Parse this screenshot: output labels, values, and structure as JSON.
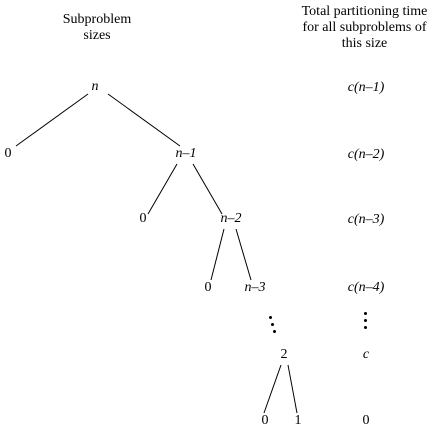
{
  "headers": {
    "left": [
      "Subproblem",
      "sizes"
    ],
    "right": [
      "Total partitioning time",
      "for all subproblems of",
      "this size"
    ]
  },
  "tree": {
    "n": "n",
    "n1": "n–1",
    "n2": "n–2",
    "n3": "n–3",
    "two": "2",
    "zero": "0",
    "one": "1"
  },
  "costs": {
    "c1": "c(n–1)",
    "c2": "c(n–2)",
    "c3": "c(n–3)",
    "c4": "c(n–4)",
    "c5": "c",
    "c6": "0"
  }
}
